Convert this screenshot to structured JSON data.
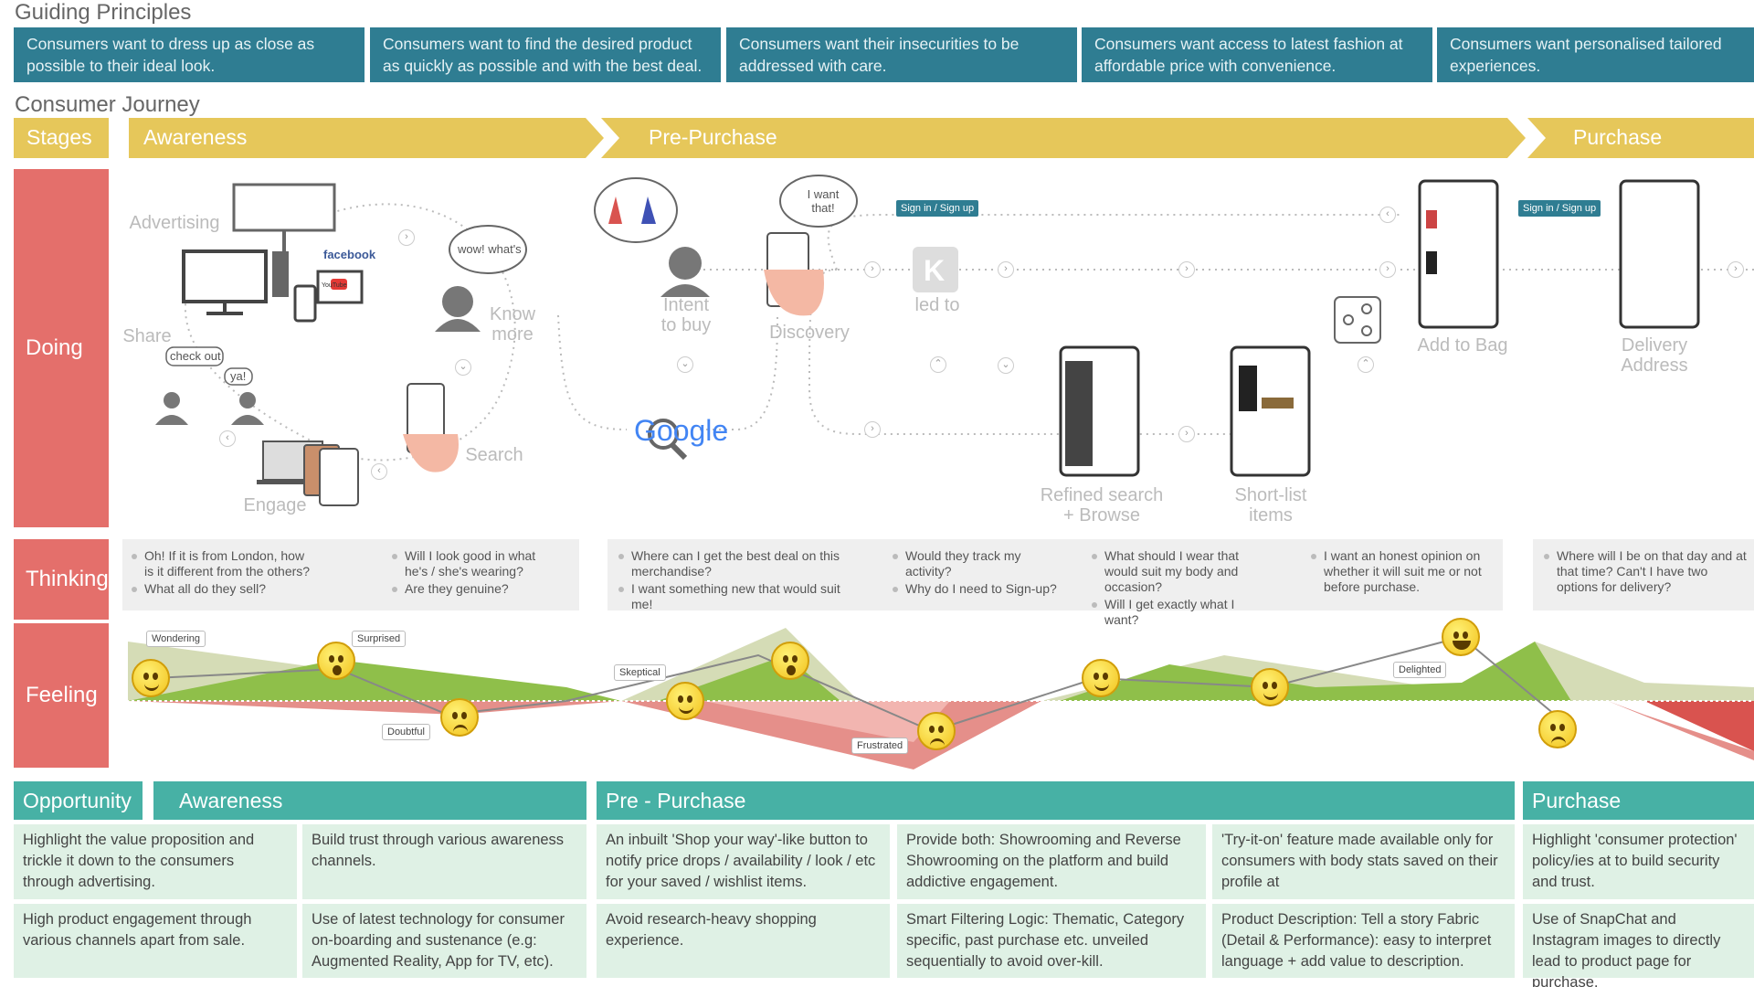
{
  "guiding_principles": {
    "title": "Guiding Principles",
    "items": [
      "Consumers want to dress up as close as possible to their ideal look.",
      "Consumers want to find the desired product as quickly as possible and with the best deal.",
      "Consumers want their insecurities to be addressed with care.",
      "Consumers want access to latest fashion at affordable price with convenience.",
      "Consumers want personalised tailored experiences."
    ]
  },
  "journey": {
    "title": "Consumer Journey",
    "stages_label": "Stages",
    "stages": [
      "Awareness",
      "Pre-Purchase",
      "Purchase"
    ],
    "row_labels": {
      "doing": "Doing",
      "thinking": "Thinking",
      "feeling": "Feeling"
    }
  },
  "doing": {
    "advertising": "Advertising",
    "share": "Share",
    "engage": "Engage",
    "search": "Search",
    "know_more": "Know more",
    "bubble_check_out": "check out",
    "bubble_ya": "ya!",
    "bubble_wow": "wow! what's",
    "facebook": "facebook",
    "youtube": "YouTube",
    "intent_to_buy": "Intent to buy",
    "discovery": "Discovery",
    "bubble_i_want": "I want that!",
    "led_to": "led to",
    "google": "Google",
    "sign_in_1": "Sign in / Sign up",
    "sign_in_2": "Sign in / Sign up",
    "refined_search": "Refined search + Browse",
    "short_list": "Short-list items",
    "add_to_bag": "Add to Bag",
    "delivery_address": "Delivery Address"
  },
  "thinking": {
    "awareness": {
      "col1": [
        "Oh! If it is from London, how is it different from the others?",
        "What all do they sell?"
      ],
      "col2": [
        "Will I look good in what he's / she's wearing?",
        "Are they genuine?"
      ]
    },
    "pre_purchase": {
      "col1": [
        "Where can I get the best deal on this merchandise?",
        "I want something new that would suit me!"
      ],
      "col2": [
        "Would they track my activity?",
        "Why do I need to Sign-up?"
      ],
      "col3": [
        "What should I wear that would suit my body and occasion?",
        "Will I get exactly what I want?"
      ],
      "col4": [
        "I want an honest opinion on whether it will suit me or not before purchase."
      ]
    },
    "purchase": {
      "col1": [
        "Where will I be on that day and at that time? Can't I have two options for delivery?"
      ]
    }
  },
  "feeling": {
    "labels": [
      "Wondering",
      "Surprised",
      "Doubtful",
      "Skeptical",
      "Frustrated",
      "Delighted"
    ],
    "colors": {
      "positive": "#8fbf4a",
      "positive_light": "#d5dcb6",
      "negative": "#e58f8a",
      "negative_dark": "#d9534f"
    }
  },
  "opportunity": {
    "label": "Opportunity",
    "headers": [
      "Awareness",
      "Pre - Purchase",
      "Purchase"
    ],
    "row1": [
      "Highlight the value proposition and trickle it down to the consumers through advertising.",
      "Build trust through various awareness channels.",
      "An inbuilt 'Shop your way'-like button to notify price drops / availability / look / etc for your saved / wishlist items.",
      "Provide both: Showrooming and Reverse Showrooming on the platform and build addictive engagement.",
      "'Try-it-on' feature made available only for consumers with body stats saved on their profile at",
      "Highlight 'consumer protection' policy/ies at          to build security and trust."
    ],
    "row2": [
      "High product engagement through various channels apart from sale.",
      "Use of latest technology for consumer on-boarding and sustenance (e.g: Augmented Reality, App for TV, etc).",
      "Avoid research-heavy shopping experience.",
      "Smart Filtering Logic: Thematic, Category specific, past purchase etc. unveiled sequentially to avoid over-kill.",
      "Product Description: Tell a story Fabric (Detail & Performance): easy to interpret language + add value to description.",
      "Use of SnapChat and Instagram images to directly lead to product page for purchase."
    ]
  }
}
